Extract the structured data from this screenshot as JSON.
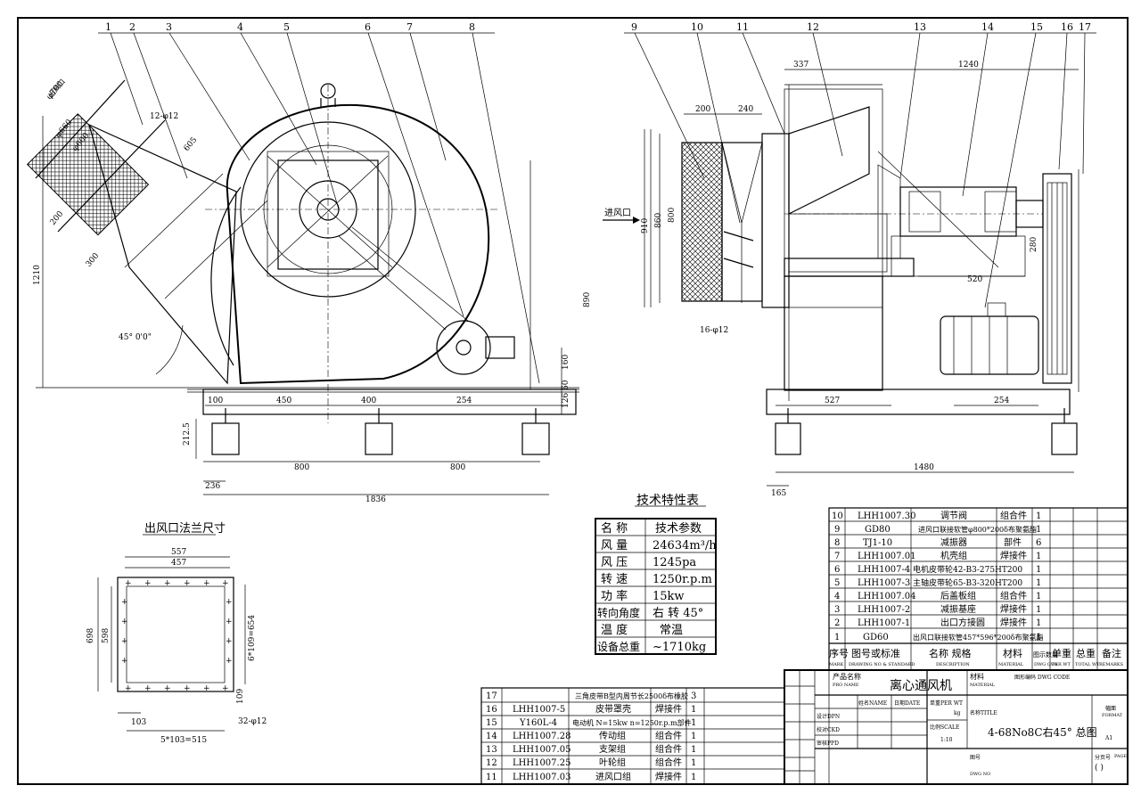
{
  "callouts": [
    "1",
    "2",
    "3",
    "4",
    "5",
    "6",
    "7",
    "8",
    "9",
    "10",
    "11",
    "12",
    "13",
    "14",
    "15",
    "16",
    "17"
  ],
  "side_view": {
    "dims": {
      "d700": "φ700",
      "d660": "φ660",
      "d600": "φ600",
      "holes": "12-φ12",
      "d200": "200",
      "d300": "300",
      "d605": "605",
      "h1210": "1210",
      "angle": "45° 0'0\"",
      "h890": "890",
      "h160": "160",
      "h60": "60",
      "h126": "126",
      "h212": "212.5",
      "w100": "100",
      "w450": "450",
      "w400": "400",
      "w254": "254",
      "w800a": "800",
      "w800b": "800",
      "w236": "236",
      "w1836": "1836"
    },
    "outlet_label": "出风口"
  },
  "front_view": {
    "dims": {
      "w200": "200",
      "w240": "240",
      "w337": "337",
      "w1240": "1240",
      "h910": "910",
      "h860": "860",
      "h800": "800",
      "h280": "280",
      "w520": "520",
      "holes": "16-φ12",
      "w527": "527",
      "w254": "254",
      "w1480": "1480",
      "w165": "165"
    },
    "inlet_label": "进风口"
  },
  "flange": {
    "title": "出风口法兰尺寸",
    "dims": {
      "w557": "557",
      "w457": "457",
      "h698": "698",
      "h598": "598",
      "v654": "6*109=654",
      "h109": "109",
      "w103": "103",
      "holes": "32-φ12",
      "w515": "5*103=515"
    }
  },
  "tech_table": {
    "title": "技术特性表",
    "header": [
      "名 称",
      "技术参数"
    ],
    "rows": [
      [
        "风 量",
        "24634m³/h"
      ],
      [
        "风 压",
        "1245pa"
      ],
      [
        "转 速",
        "1250r.p.m"
      ],
      [
        "功 率",
        "15kw"
      ],
      [
        "转向角度",
        "右 转 45°"
      ],
      [
        "温 度",
        "常温"
      ],
      [
        "设备总重",
        "~1710kg"
      ]
    ]
  },
  "parts_upper": [
    [
      "10",
      "LHH1007.30",
      "调节阀",
      "组合件",
      "1",
      ""
    ],
    [
      "9",
      "GD80",
      "进风口联接软管φ800*200δ布聚氨酯",
      "",
      "1",
      ""
    ],
    [
      "8",
      "TJ1-10",
      "减振器",
      "部件",
      "6",
      ""
    ],
    [
      "7",
      "LHH1007.01",
      "机壳组",
      "焊接件",
      "1",
      ""
    ],
    [
      "6",
      "LHH1007-4",
      "电机皮带轮42-B3-275HT200",
      "",
      "1",
      ""
    ],
    [
      "5",
      "LHH1007-3",
      "主轴皮带轮65-B3-320HT200",
      "",
      "1",
      ""
    ],
    [
      "4",
      "LHH1007.04",
      "后盖板组",
      "组合件",
      "1",
      ""
    ],
    [
      "3",
      "LHH1007-2",
      "减振基座",
      "焊接件",
      "1",
      ""
    ],
    [
      "2",
      "LHH1007-1",
      "出口方接圆",
      "焊接件",
      "1",
      ""
    ],
    [
      "1",
      "GD60",
      "出风口联接软管457*596*200δ布聚氨酯",
      "",
      "1",
      ""
    ]
  ],
  "parts_header": {
    "no": "序号",
    "no_en": "MARK",
    "code": "图号或标准",
    "code_en": "DRAWING NO & STANDARD",
    "name": "名称 规格",
    "name_en": "DESCRIPTION",
    "material": "材料",
    "material_en": "MATERIAL",
    "qty": "图示数量",
    "qty_en": "DWG QUA",
    "unit_wt": "单重",
    "unit_wt_en": "PER WT",
    "total_wt": "总重",
    "total_wt_en": "TOTAL WT",
    "remark": "备注",
    "remark_en": "REMARKS"
  },
  "parts_lower": [
    [
      "17",
      "",
      "三角皮带B型内周节长2500δ布橡胶",
      "3",
      ""
    ],
    [
      "16",
      "LHH1007-5",
      "皮带罩壳",
      "焊接件",
      "1"
    ],
    [
      "15",
      "Y160L-4",
      "电动机 N=15kw n=1250r.p.m部件",
      "",
      "1"
    ],
    [
      "14",
      "LHH1007.28",
      "传动组",
      "组合件",
      "1"
    ],
    [
      "13",
      "LHH1007.05",
      "支架组",
      "组合件",
      "1"
    ],
    [
      "12",
      "LHH1007.25",
      "叶轮组",
      "组合件",
      "1"
    ],
    [
      "11",
      "LHH1007.03",
      "进风口组",
      "焊接件",
      "1"
    ]
  ],
  "title_block": {
    "product_label": "产品名称",
    "product_en": "PRO NAME",
    "product_name": "离心通风机",
    "material_label": "材料",
    "material_en": "MATERIAL",
    "code_label": "图形编码 DWG CODE",
    "name_col": "姓名NAME",
    "date_col": "日期DATE",
    "weight_label": "单重PER WT",
    "weight_unit": "kg",
    "design": "设计DPN",
    "check": "校对CKD",
    "approve": "审核PPD",
    "scale_label": "比例SCALE",
    "scale": "1:10",
    "title_label": "名称TITLE",
    "title": "4-68No8C右45° 总图",
    "format_label": "幅面",
    "format_en": "FORMAT",
    "format": "A1",
    "dwgno_label": "图号",
    "dwgno_en": "DWG NO",
    "page_label": "分页号",
    "page_en": "PAGE",
    "page": "(    )"
  }
}
